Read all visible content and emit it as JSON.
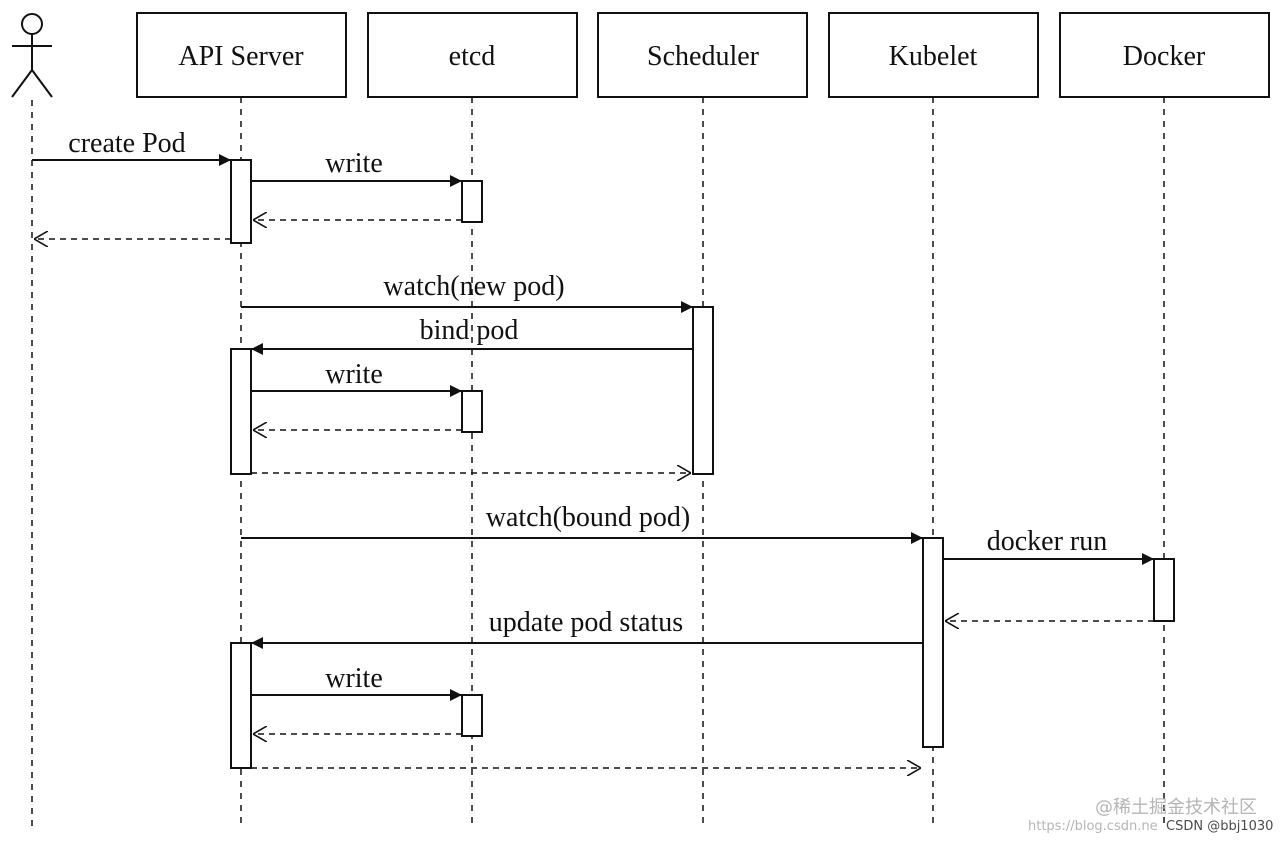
{
  "participants": [
    {
      "id": "user",
      "label": ""
    },
    {
      "id": "api",
      "label": "API Server"
    },
    {
      "id": "etcd",
      "label": "etcd"
    },
    {
      "id": "scheduler",
      "label": "Scheduler"
    },
    {
      "id": "kubelet",
      "label": "Kubelet"
    },
    {
      "id": "docker",
      "label": "Docker"
    }
  ],
  "messages": [
    {
      "label": "create Pod",
      "from": "user",
      "to": "api",
      "kind": "call"
    },
    {
      "label": "write",
      "from": "api",
      "to": "etcd",
      "kind": "call"
    },
    {
      "label": "",
      "from": "etcd",
      "to": "api",
      "kind": "return"
    },
    {
      "label": "",
      "from": "api",
      "to": "user",
      "kind": "return"
    },
    {
      "label": "watch(new pod)",
      "from": "api",
      "to": "scheduler",
      "kind": "call"
    },
    {
      "label": "bind pod",
      "from": "scheduler",
      "to": "api",
      "kind": "call"
    },
    {
      "label": "write",
      "from": "api",
      "to": "etcd",
      "kind": "call"
    },
    {
      "label": "",
      "from": "etcd",
      "to": "api",
      "kind": "return"
    },
    {
      "label": "",
      "from": "api",
      "to": "scheduler",
      "kind": "return"
    },
    {
      "label": "watch(bound pod)",
      "from": "api",
      "to": "kubelet",
      "kind": "call"
    },
    {
      "label": "docker run",
      "from": "kubelet",
      "to": "docker",
      "kind": "call"
    },
    {
      "label": "",
      "from": "docker",
      "to": "kubelet",
      "kind": "return"
    },
    {
      "label": "update pod status",
      "from": "kubelet",
      "to": "api",
      "kind": "call"
    },
    {
      "label": "write",
      "from": "api",
      "to": "etcd",
      "kind": "call"
    },
    {
      "label": "",
      "from": "etcd",
      "to": "api",
      "kind": "return"
    },
    {
      "label": "",
      "from": "api",
      "to": "kubelet",
      "kind": "return"
    }
  ],
  "watermark": {
    "brand": "@稀土掘金技术社区",
    "url": "https://blog.csdn.ne",
    "credit": "CSDN @bbj1030"
  },
  "colors": {
    "line": "#111111",
    "background": "#ffffff"
  }
}
